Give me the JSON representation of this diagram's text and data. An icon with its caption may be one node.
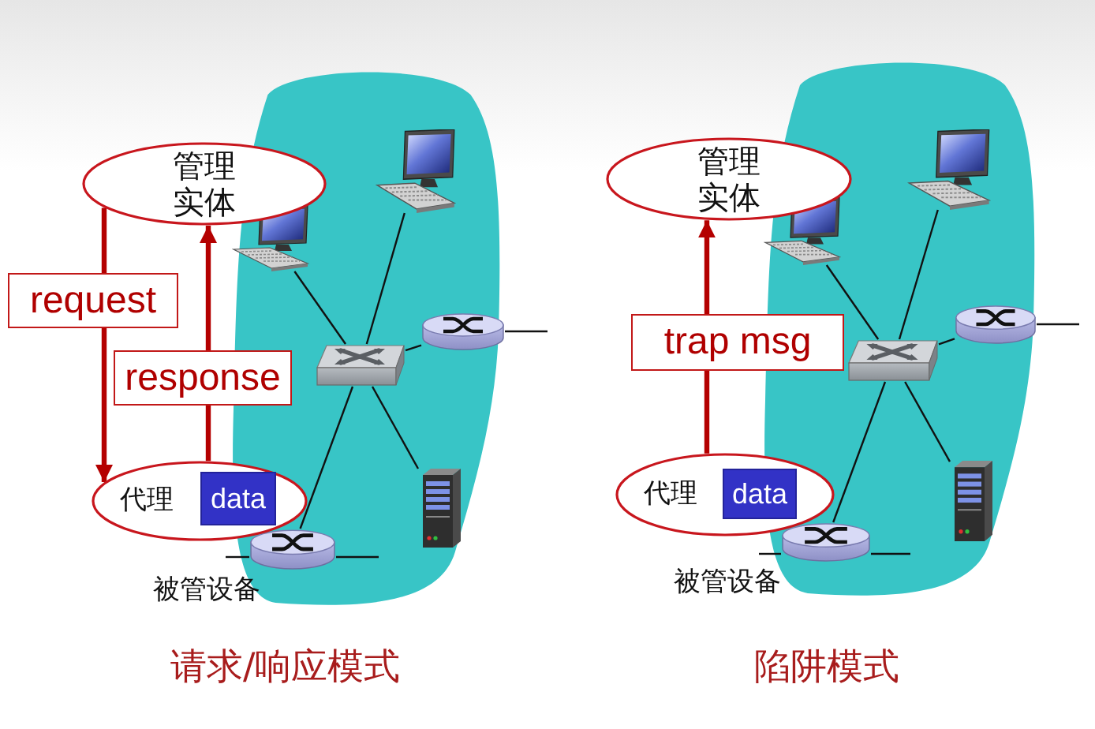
{
  "diagram": {
    "nodes": [
      {
        "text": [
          "管理实体"
        ]
      },
      {
        "text": [
          "代理"
        ]
      },
      {
        "text": [
          "data"
        ],
        "in": 1
      },
      {
        "text": [],
        "shape": "cloud"
      },
      {
        "text": [],
        "shape": "picture",
        "in": 3
      },
      {
        "text": [],
        "shape": "picture",
        "in": 3
      },
      {
        "text": [],
        "shape": "picture",
        "in": 3
      },
      {
        "text": [],
        "shape": "cylinder",
        "in": 3
      },
      {
        "text": [],
        "shape": "picture",
        "in": 3
      },
      {
        "text": [],
        "shape": "cylinder",
        "in": 3
      },
      {
        "text": [
          "管理实体"
        ]
      },
      {
        "text": [
          "代理"
        ]
      },
      {
        "text": [
          "data"
        ],
        "in": 11
      },
      {
        "text": [],
        "shape": "cloud"
      },
      {
        "text": [],
        "shape": "picture",
        "in": 13
      },
      {
        "text": [],
        "shape": "picture",
        "in": 13
      },
      {
        "text": [],
        "shape": "picture",
        "in": 13
      },
      {
        "text": [],
        "shape": "cylinder",
        "in": 13
      },
      {
        "text": [],
        "shape": "picture",
        "in": 13
      },
      {
        "text": [],
        "shape": "cylinder",
        "in": 13
      }
    ],
    "edges": [
      {
        "from": 0,
        "to": 1,
        "arrow": "to",
        "label": "request",
        "style": "thick",
        "color": "#b40000"
      },
      {
        "from": 1,
        "to": 0,
        "arrow": "to",
        "label": "response",
        "style": "thick",
        "color": "#b40000"
      },
      {
        "from": 6,
        "to": 4,
        "arrow": "none"
      },
      {
        "from": 6,
        "to": 5,
        "arrow": "none"
      },
      {
        "from": 6,
        "to": 7,
        "arrow": "none"
      },
      {
        "from": 6,
        "to": 8,
        "arrow": "none"
      },
      {
        "from": 6,
        "to": 9,
        "arrow": "none"
      },
      {
        "from": 7,
        "to": null,
        "arrow": "none"
      },
      {
        "from": 9,
        "to": null,
        "arrow": "none"
      },
      {
        "from": 9,
        "to": null,
        "arrow": "none"
      },
      {
        "from": 11,
        "to": 10,
        "arrow": "to",
        "label": "trap msg",
        "style": "thick",
        "color": "#b40000"
      },
      {
        "from": 16,
        "to": 14,
        "arrow": "none"
      },
      {
        "from": 16,
        "to": 15,
        "arrow": "none"
      },
      {
        "from": 16,
        "to": 17,
        "arrow": "none"
      },
      {
        "from": 16,
        "to": 18,
        "arrow": "none"
      },
      {
        "from": 16,
        "to": 19,
        "arrow": "none"
      },
      {
        "from": 17,
        "to": null,
        "arrow": "none"
      },
      {
        "from": 19,
        "to": null,
        "arrow": "none"
      },
      {
        "from": 19,
        "to": null,
        "arrow": "none"
      }
    ],
    "labels": [
      "被管设备",
      "被管设备",
      "请求/响应模式",
      "陷阱模式"
    ]
  }
}
